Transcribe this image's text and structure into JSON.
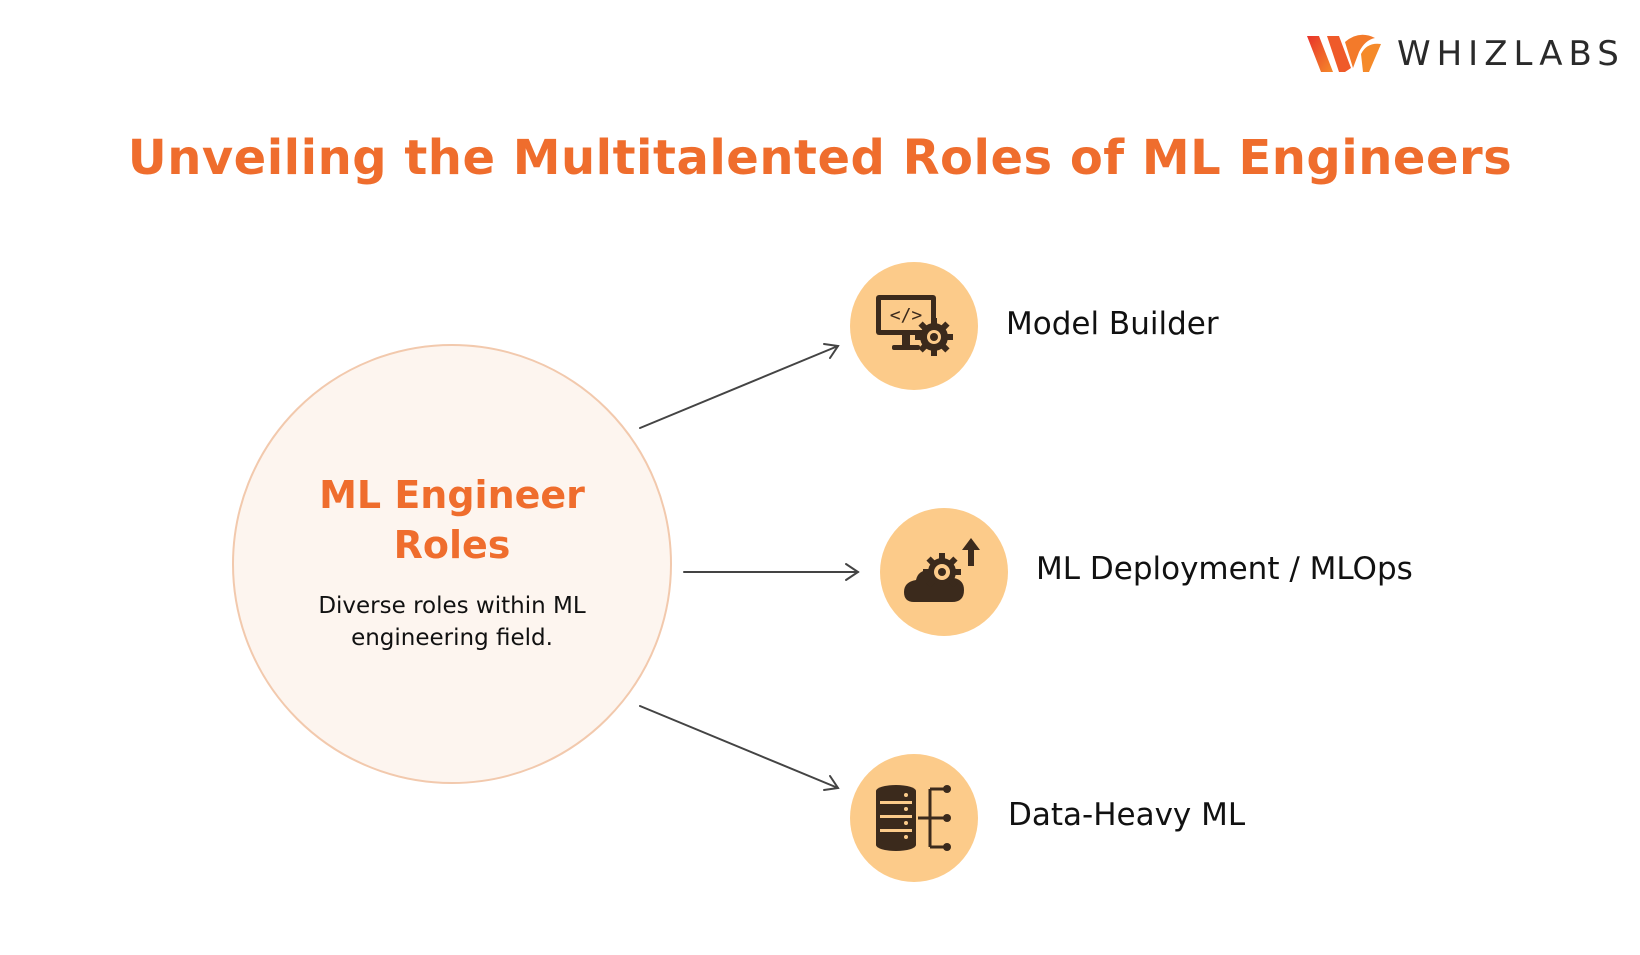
{
  "brand": {
    "name": "WHIZLABS"
  },
  "title": "Unveiling the Multitalented Roles of ML Engineers",
  "center": {
    "title_line1": "ML Engineer",
    "title_line2": "Roles",
    "description_line1": "Diverse roles within ML",
    "description_line2": "engineering field."
  },
  "roles": [
    {
      "label": "Model Builder",
      "icon": "computer-code-gear-icon"
    },
    {
      "label": "ML Deployment / MLOps",
      "icon": "cloud-gear-upload-icon"
    },
    {
      "label": "Data-Heavy ML",
      "icon": "database-network-icon"
    }
  ],
  "colors": {
    "accent": "#ef6d2d",
    "icon_bg": "#fccb8a",
    "icon_fg": "#3b2a1c",
    "center_bg": "#fdf5ef",
    "center_border": "#f2c9ad"
  }
}
